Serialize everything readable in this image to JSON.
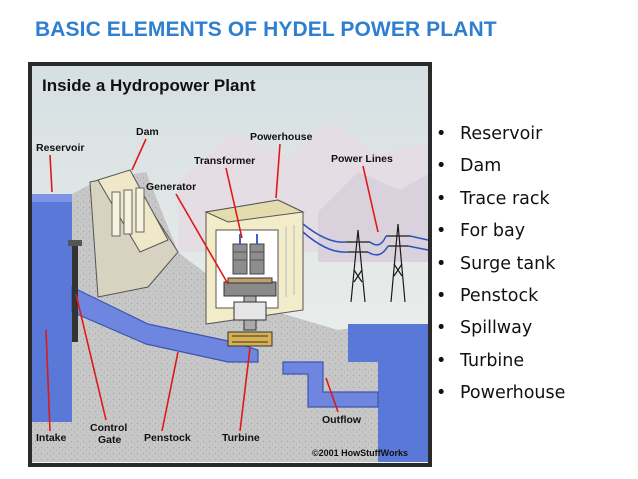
{
  "slide": {
    "title": "BASIC ELEMENTS OF HYDEL POWER PLANT"
  },
  "diagram": {
    "title": "Inside a Hydropower Plant",
    "labels": {
      "reservoir": "Reservoir",
      "dam": "Dam",
      "powerhouse": "Powerhouse",
      "transformer": "Transformer",
      "power_lines": "Power Lines",
      "generator": "Generator",
      "intake": "Intake",
      "control_gate_line1": "Control",
      "control_gate_line2": "Gate",
      "penstock": "Penstock",
      "turbine": "Turbine",
      "outflow": "Outflow"
    },
    "copyright": "©2001 HowStuffWorks"
  },
  "bullets": [
    "Reservoir",
    "Dam",
    "Trace rack",
    "For bay",
    "Surge tank",
    "Penstock",
    "Spillway",
    "Turbine",
    "Powerhouse"
  ],
  "colors": {
    "title": "#2f7fd0",
    "water": "#5a78d8",
    "ground": "#c4c4c4",
    "label_arrow": "#e01818"
  }
}
